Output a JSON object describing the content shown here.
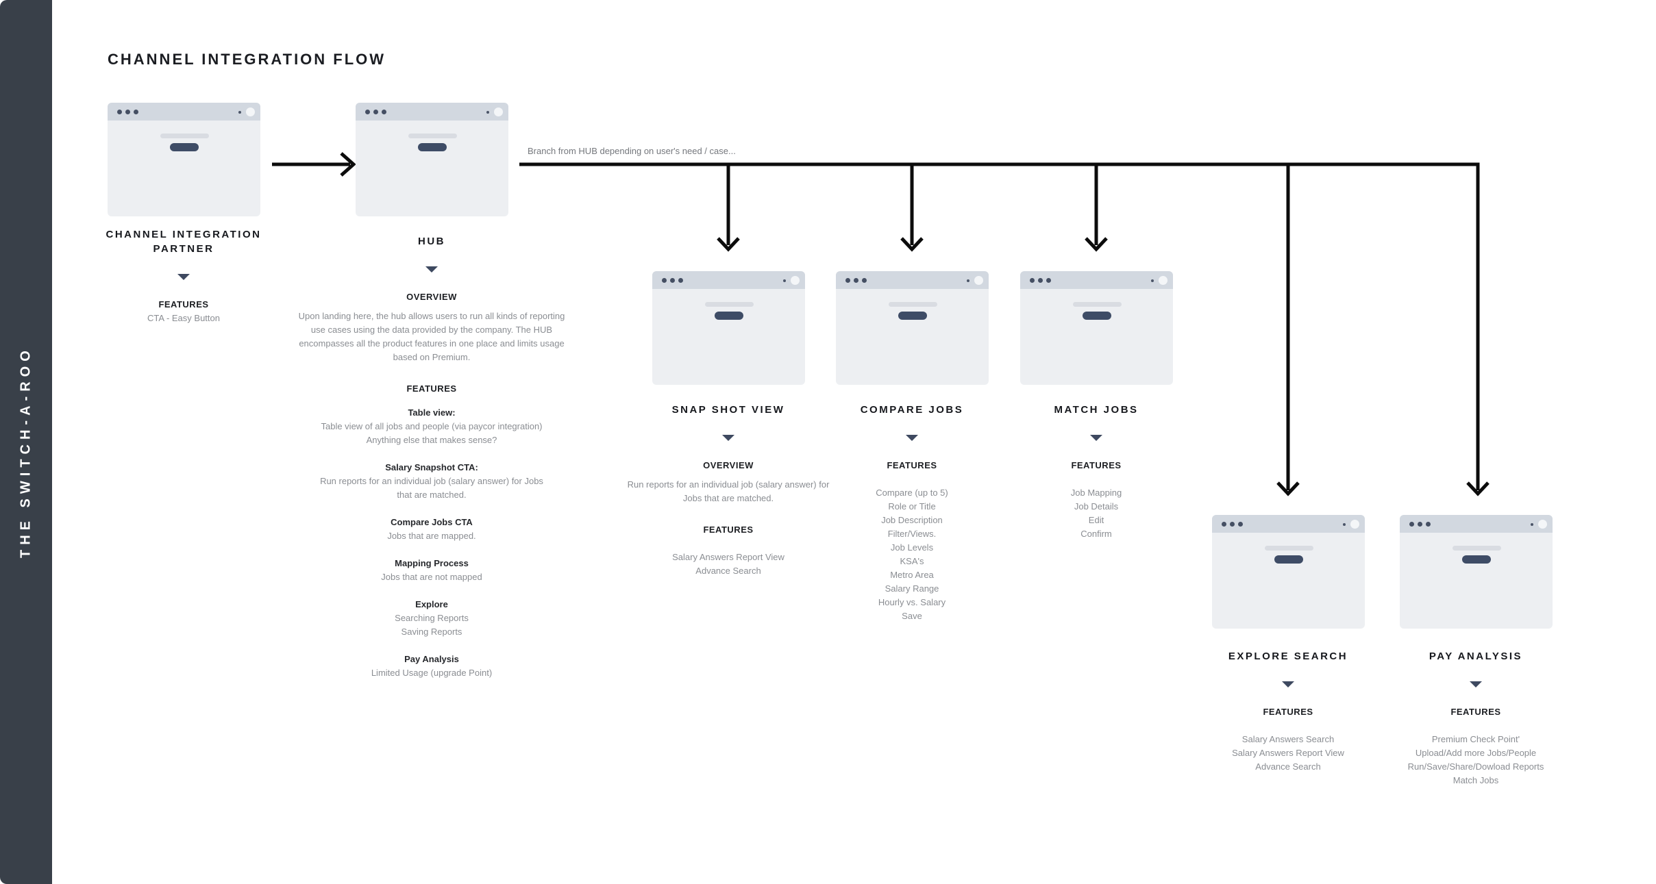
{
  "page": {
    "title": "CHANNEL INTEGRATION FLOW",
    "sidebar_text": "THE SWITCH-A-ROO",
    "branch_label": "Branch from HUB depending on user's need / case..."
  },
  "colors": {
    "sidebar_bg": "#394049",
    "accent_slate": "#3e4960",
    "card_header": "#d2d8e0",
    "card_body": "#edeff2",
    "card_bar": "#d9dce2",
    "card_button": "#3e4c66",
    "arrow": "#0c0c0c",
    "heading_text": "#16181d",
    "body_text": "#8a8d92"
  },
  "icons": {
    "window_dots": "window-control-dots",
    "triangle": "down-triangle",
    "arrow": "flow-arrow"
  },
  "nodes": {
    "cip": {
      "title": "CHANNEL INTEGRATION PARTNER",
      "features_heading": "FEATURES",
      "features": [
        "CTA - Easy Button"
      ]
    },
    "hub": {
      "title": "HUB",
      "overview_heading": "OVERVIEW",
      "overview": "Upon landing here, the hub allows users to run all kinds of reporting use cases using the data provided by the company. The HUB encompasses all the product features in one place and limits usage based on Premium.",
      "features_heading": "FEATURES",
      "groups": [
        {
          "name": "Table view:",
          "lines": [
            "Table view of all jobs and people (via paycor integration)",
            "Anything else that makes sense?"
          ]
        },
        {
          "name": "Salary Snapshot CTA:",
          "lines": [
            "Run reports for an individual job (salary answer) for Jobs",
            "that are matched."
          ]
        },
        {
          "name": "Compare Jobs CTA",
          "lines": [
            "Jobs that are mapped."
          ]
        },
        {
          "name": "Mapping Process",
          "lines": [
            "Jobs that are not mapped"
          ]
        },
        {
          "name": "Explore",
          "lines": [
            "Searching Reports",
            "Saving Reports"
          ]
        },
        {
          "name": "Pay Analysis",
          "lines": [
            "Limited Usage (upgrade Point)"
          ]
        }
      ]
    },
    "snapshot": {
      "title": "SNAP SHOT VIEW",
      "overview_heading": "OVERVIEW",
      "overview": "Run reports for an individual job (salary answer) for Jobs that are matched.",
      "features_heading": "FEATURES",
      "features": [
        "Salary Answers Report View",
        "Advance Search"
      ]
    },
    "compare": {
      "title": "COMPARE JOBS",
      "features_heading": "FEATURES",
      "features": [
        "Compare (up to 5)",
        "Role or Title",
        "Job Description",
        "Filter/Views.",
        "Job Levels",
        "KSA's",
        "Metro Area",
        "Salary Range",
        "Hourly vs. Salary",
        "Save"
      ]
    },
    "match": {
      "title": "MATCH JOBS",
      "features_heading": "FEATURES",
      "features": [
        "Job Mapping",
        "Job Details",
        "Edit",
        "Confirm"
      ]
    },
    "explore": {
      "title": "EXPLORE SEARCH",
      "features_heading": "FEATURES",
      "features": [
        "Salary Answers Search",
        "Salary Answers Report View",
        "Advance Search"
      ]
    },
    "pay": {
      "title": "PAY ANALYSIS",
      "features_heading": "FEATURES",
      "features": [
        "Premium Check Point'",
        "Upload/Add more Jobs/People",
        "Run/Save/Share/Dowload Reports",
        "Match Jobs"
      ]
    }
  }
}
